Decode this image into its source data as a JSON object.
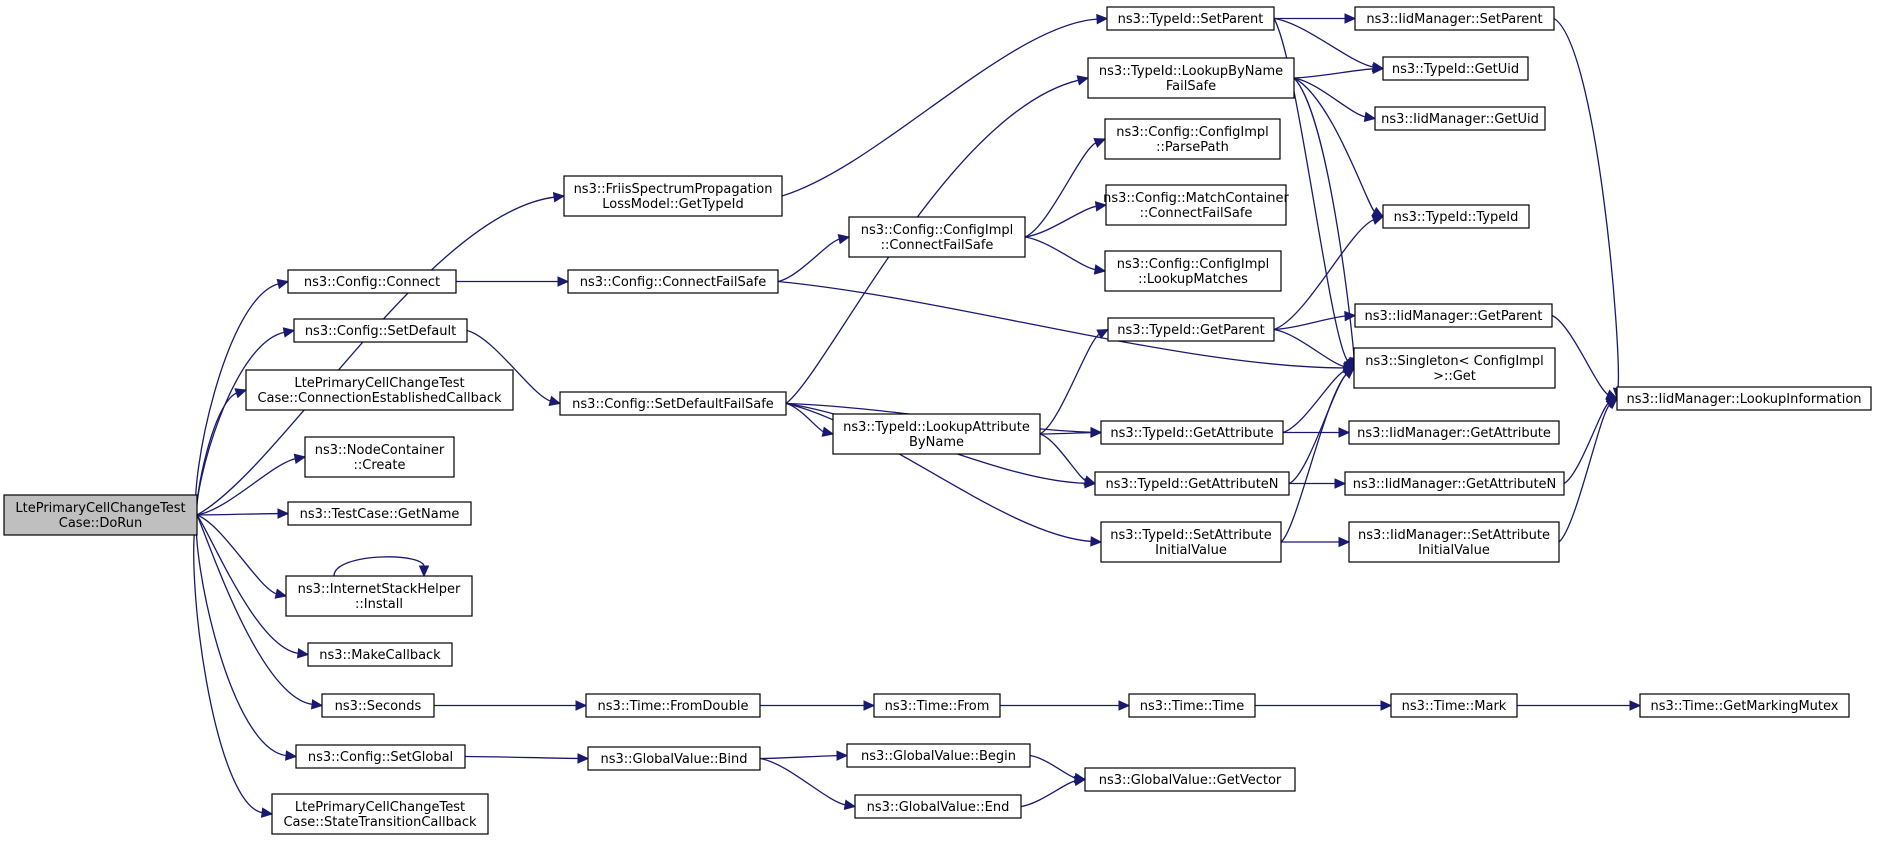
{
  "colors": {
    "edge": "#191970",
    "node_border": "#000000",
    "node_fill": "#ffffff",
    "root_fill": "#bfbfbf"
  },
  "nodes": [
    {
      "id": "root",
      "lines": [
        "LtePrimaryCellChangeTest",
        "Case::DoRun"
      ],
      "root": true
    },
    {
      "id": "friis",
      "lines": [
        "ns3::FriisSpectrumPropagation",
        "LossModel::GetTypeId"
      ]
    },
    {
      "id": "connect",
      "lines": [
        "ns3::Config::Connect"
      ]
    },
    {
      "id": "setdefault",
      "lines": [
        "ns3::Config::SetDefault"
      ]
    },
    {
      "id": "connEstCb",
      "lines": [
        "LtePrimaryCellChangeTest",
        "Case::ConnectionEstablishedCallback"
      ]
    },
    {
      "id": "nodecreate",
      "lines": [
        "ns3::NodeContainer",
        "::Create"
      ]
    },
    {
      "id": "getname",
      "lines": [
        "ns3::TestCase::GetName"
      ]
    },
    {
      "id": "install",
      "lines": [
        "ns3::InternetStackHelper",
        "::Install"
      ]
    },
    {
      "id": "makecb",
      "lines": [
        "ns3::MakeCallback"
      ]
    },
    {
      "id": "seconds",
      "lines": [
        "ns3::Seconds"
      ]
    },
    {
      "id": "setglobal",
      "lines": [
        "ns3::Config::SetGlobal"
      ]
    },
    {
      "id": "stateTransCb",
      "lines": [
        "LtePrimaryCellChangeTest",
        "Case::StateTransitionCallback"
      ]
    },
    {
      "id": "connectFS",
      "lines": [
        "ns3::Config::ConnectFailSafe"
      ]
    },
    {
      "id": "setDefaultFS",
      "lines": [
        "ns3::Config::SetDefaultFailSafe"
      ]
    },
    {
      "id": "fromDouble",
      "lines": [
        "ns3::Time::FromDouble"
      ]
    },
    {
      "id": "gvBind",
      "lines": [
        "ns3::GlobalValue::Bind"
      ]
    },
    {
      "id": "ciConnectFS",
      "lines": [
        "ns3::Config::ConfigImpl",
        "::ConnectFailSafe"
      ]
    },
    {
      "id": "lookupAttr",
      "lines": [
        "ns3::TypeId::LookupAttribute",
        "ByName"
      ]
    },
    {
      "id": "timeFrom",
      "lines": [
        "ns3::Time::From"
      ]
    },
    {
      "id": "gvBegin",
      "lines": [
        "ns3::GlobalValue::Begin"
      ]
    },
    {
      "id": "gvEnd",
      "lines": [
        "ns3::GlobalValue::End"
      ]
    },
    {
      "id": "setParent",
      "lines": [
        "ns3::TypeId::SetParent"
      ]
    },
    {
      "id": "lookupByName",
      "lines": [
        "ns3::TypeId::LookupByName",
        "FailSafe"
      ]
    },
    {
      "id": "parsePath",
      "lines": [
        "ns3::Config::ConfigImpl",
        "::ParsePath"
      ]
    },
    {
      "id": "matchConnFS",
      "lines": [
        "ns3::Config::MatchContainer",
        "::ConnectFailSafe"
      ]
    },
    {
      "id": "lookupMatches",
      "lines": [
        "ns3::Config::ConfigImpl",
        "::LookupMatches"
      ]
    },
    {
      "id": "getParent",
      "lines": [
        "ns3::TypeId::GetParent"
      ]
    },
    {
      "id": "getAttr",
      "lines": [
        "ns3::TypeId::GetAttribute"
      ]
    },
    {
      "id": "getAttrN",
      "lines": [
        "ns3::TypeId::GetAttributeN"
      ]
    },
    {
      "id": "setAttrIV",
      "lines": [
        "ns3::TypeId::SetAttribute",
        "InitialValue"
      ]
    },
    {
      "id": "timeTime",
      "lines": [
        "ns3::Time::Time"
      ]
    },
    {
      "id": "gvGetVector",
      "lines": [
        "ns3::GlobalValue::GetVector"
      ]
    },
    {
      "id": "iidSetParent",
      "lines": [
        "ns3::IidManager::SetParent"
      ]
    },
    {
      "id": "typeGetUid",
      "lines": [
        "ns3::TypeId::GetUid"
      ]
    },
    {
      "id": "iidGetUid",
      "lines": [
        "ns3::IidManager::GetUid"
      ]
    },
    {
      "id": "typeTypeId",
      "lines": [
        "ns3::TypeId::TypeId"
      ]
    },
    {
      "id": "iidGetParent",
      "lines": [
        "ns3::IidManager::GetParent"
      ]
    },
    {
      "id": "singletonGet",
      "lines": [
        "ns3::Singleton< ConfigImpl",
        " >::Get"
      ]
    },
    {
      "id": "iidGetAttr",
      "lines": [
        "ns3::IidManager::GetAttribute"
      ]
    },
    {
      "id": "iidGetAttrN",
      "lines": [
        "ns3::IidManager::GetAttributeN"
      ]
    },
    {
      "id": "iidSetAttrIV",
      "lines": [
        "ns3::IidManager::SetAttribute",
        "InitialValue"
      ]
    },
    {
      "id": "timeMark",
      "lines": [
        "ns3::Time::Mark"
      ]
    },
    {
      "id": "lookupInfo",
      "lines": [
        "ns3::IidManager::LookupInformation"
      ]
    },
    {
      "id": "getMarkingMutex",
      "lines": [
        "ns3::Time::GetMarkingMutex"
      ]
    }
  ],
  "edges": [
    [
      "root",
      "friis"
    ],
    [
      "root",
      "connect"
    ],
    [
      "root",
      "setdefault"
    ],
    [
      "root",
      "connEstCb"
    ],
    [
      "root",
      "nodecreate"
    ],
    [
      "root",
      "getname"
    ],
    [
      "root",
      "install"
    ],
    [
      "root",
      "makecb"
    ],
    [
      "root",
      "seconds"
    ],
    [
      "root",
      "setglobal"
    ],
    [
      "root",
      "stateTransCb"
    ],
    [
      "friis",
      "setParent"
    ],
    [
      "connect",
      "connectFS"
    ],
    [
      "setdefault",
      "setDefaultFS"
    ],
    [
      "install",
      "install"
    ],
    [
      "seconds",
      "fromDouble"
    ],
    [
      "setglobal",
      "gvBind"
    ],
    [
      "connectFS",
      "ciConnectFS"
    ],
    [
      "connectFS",
      "singletonGet"
    ],
    [
      "setDefaultFS",
      "lookupByName"
    ],
    [
      "setDefaultFS",
      "lookupAttr"
    ],
    [
      "setDefaultFS",
      "getAttr"
    ],
    [
      "setDefaultFS",
      "getAttrN"
    ],
    [
      "setDefaultFS",
      "setAttrIV"
    ],
    [
      "fromDouble",
      "timeFrom"
    ],
    [
      "gvBind",
      "gvBegin"
    ],
    [
      "gvBind",
      "gvEnd"
    ],
    [
      "ciConnectFS",
      "parsePath"
    ],
    [
      "ciConnectFS",
      "matchConnFS"
    ],
    [
      "ciConnectFS",
      "lookupMatches"
    ],
    [
      "lookupAttr",
      "getParent"
    ],
    [
      "lookupAttr",
      "getAttr"
    ],
    [
      "lookupAttr",
      "getAttrN"
    ],
    [
      "timeFrom",
      "timeTime"
    ],
    [
      "gvBegin",
      "gvGetVector"
    ],
    [
      "gvEnd",
      "gvGetVector"
    ],
    [
      "setParent",
      "iidSetParent"
    ],
    [
      "setParent",
      "typeGetUid"
    ],
    [
      "setParent",
      "singletonGet"
    ],
    [
      "lookupByName",
      "typeGetUid"
    ],
    [
      "lookupByName",
      "iidGetUid"
    ],
    [
      "lookupByName",
      "typeTypeId"
    ],
    [
      "lookupByName",
      "singletonGet"
    ],
    [
      "getParent",
      "typeTypeId"
    ],
    [
      "getParent",
      "iidGetParent"
    ],
    [
      "getParent",
      "singletonGet"
    ],
    [
      "getAttr",
      "singletonGet"
    ],
    [
      "getAttr",
      "iidGetAttr"
    ],
    [
      "getAttrN",
      "singletonGet"
    ],
    [
      "getAttrN",
      "iidGetAttrN"
    ],
    [
      "setAttrIV",
      "singletonGet"
    ],
    [
      "setAttrIV",
      "iidSetAttrIV"
    ],
    [
      "timeTime",
      "timeMark"
    ],
    [
      "iidSetParent",
      "lookupInfo"
    ],
    [
      "iidGetParent",
      "lookupInfo"
    ],
    [
      "iidGetAttrN",
      "lookupInfo"
    ],
    [
      "iidSetAttrIV",
      "lookupInfo"
    ],
    [
      "timeMark",
      "getMarkingMutex"
    ]
  ]
}
